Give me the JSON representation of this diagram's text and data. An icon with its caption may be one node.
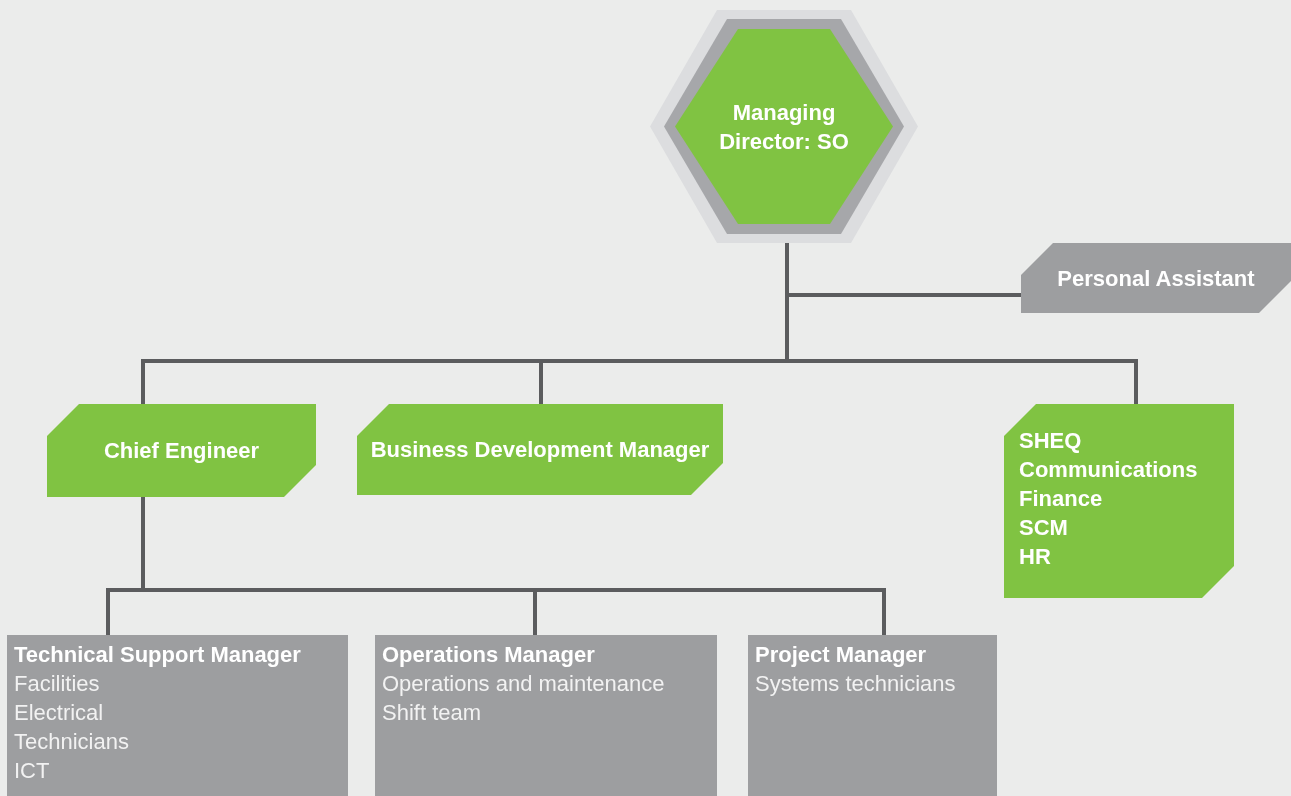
{
  "diagram": {
    "nodes": [
      {
        "text": [
          "Managing Director: SO"
        ]
      },
      {
        "text": [
          "Personal Assistant"
        ]
      },
      {
        "text": [
          "Chief Engineer"
        ]
      },
      {
        "text": [
          "Business  Development Manager"
        ]
      },
      {
        "text": [
          "SHEQ",
          "Communications",
          "Finance",
          "SCM",
          "HR"
        ]
      },
      {
        "text": [
          "Technical Support Manager",
          "Facilities",
          "Electrical",
          "Technicians",
          "ICT"
        ]
      },
      {
        "text": [
          "Operations Manager",
          "Operations and maintenance",
          "Shift team"
        ]
      },
      {
        "text": [
          "Project Manager",
          "Systems technicians"
        ]
      }
    ],
    "edges": [
      {
        "from": 0,
        "to": 1,
        "arrow": "none"
      },
      {
        "from": 0,
        "to": 2,
        "arrow": "none"
      },
      {
        "from": 0,
        "to": 3,
        "arrow": "none"
      },
      {
        "from": 0,
        "to": 4,
        "arrow": "none"
      },
      {
        "from": 2,
        "to": 5,
        "arrow": "none"
      },
      {
        "from": 2,
        "to": 6,
        "arrow": "none"
      },
      {
        "from": 2,
        "to": 7,
        "arrow": "none"
      }
    ]
  }
}
